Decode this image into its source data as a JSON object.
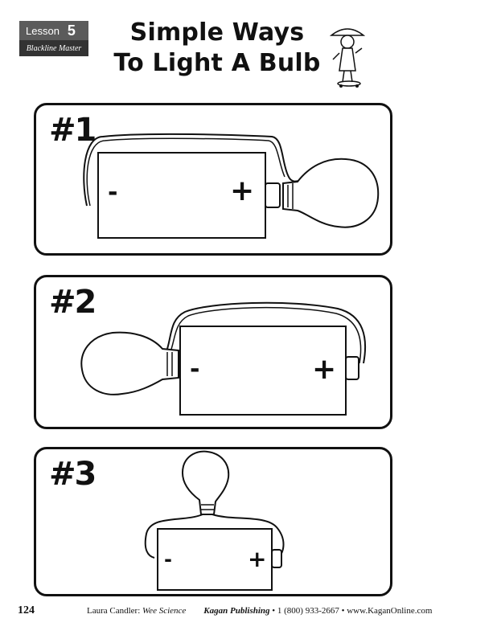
{
  "badge": {
    "lesson_label": "Lesson",
    "lesson_number": "5",
    "subtitle": "Blackline Master"
  },
  "title": {
    "line1": "Simple Ways",
    "line2": "To Light A Bulb"
  },
  "panels": [
    {
      "label": "#1",
      "minus": "-",
      "plus": "+"
    },
    {
      "label": "#2",
      "minus": "-",
      "plus": "+"
    },
    {
      "label": "#3",
      "minus": "-",
      "plus": "+"
    }
  ],
  "footer": {
    "page_number": "124",
    "author": "Laura Candler:",
    "book": "Wee Science",
    "publisher": "Kagan Publishing",
    "contact": "• 1 (800) 933-2667 • www.KaganOnline.com"
  }
}
